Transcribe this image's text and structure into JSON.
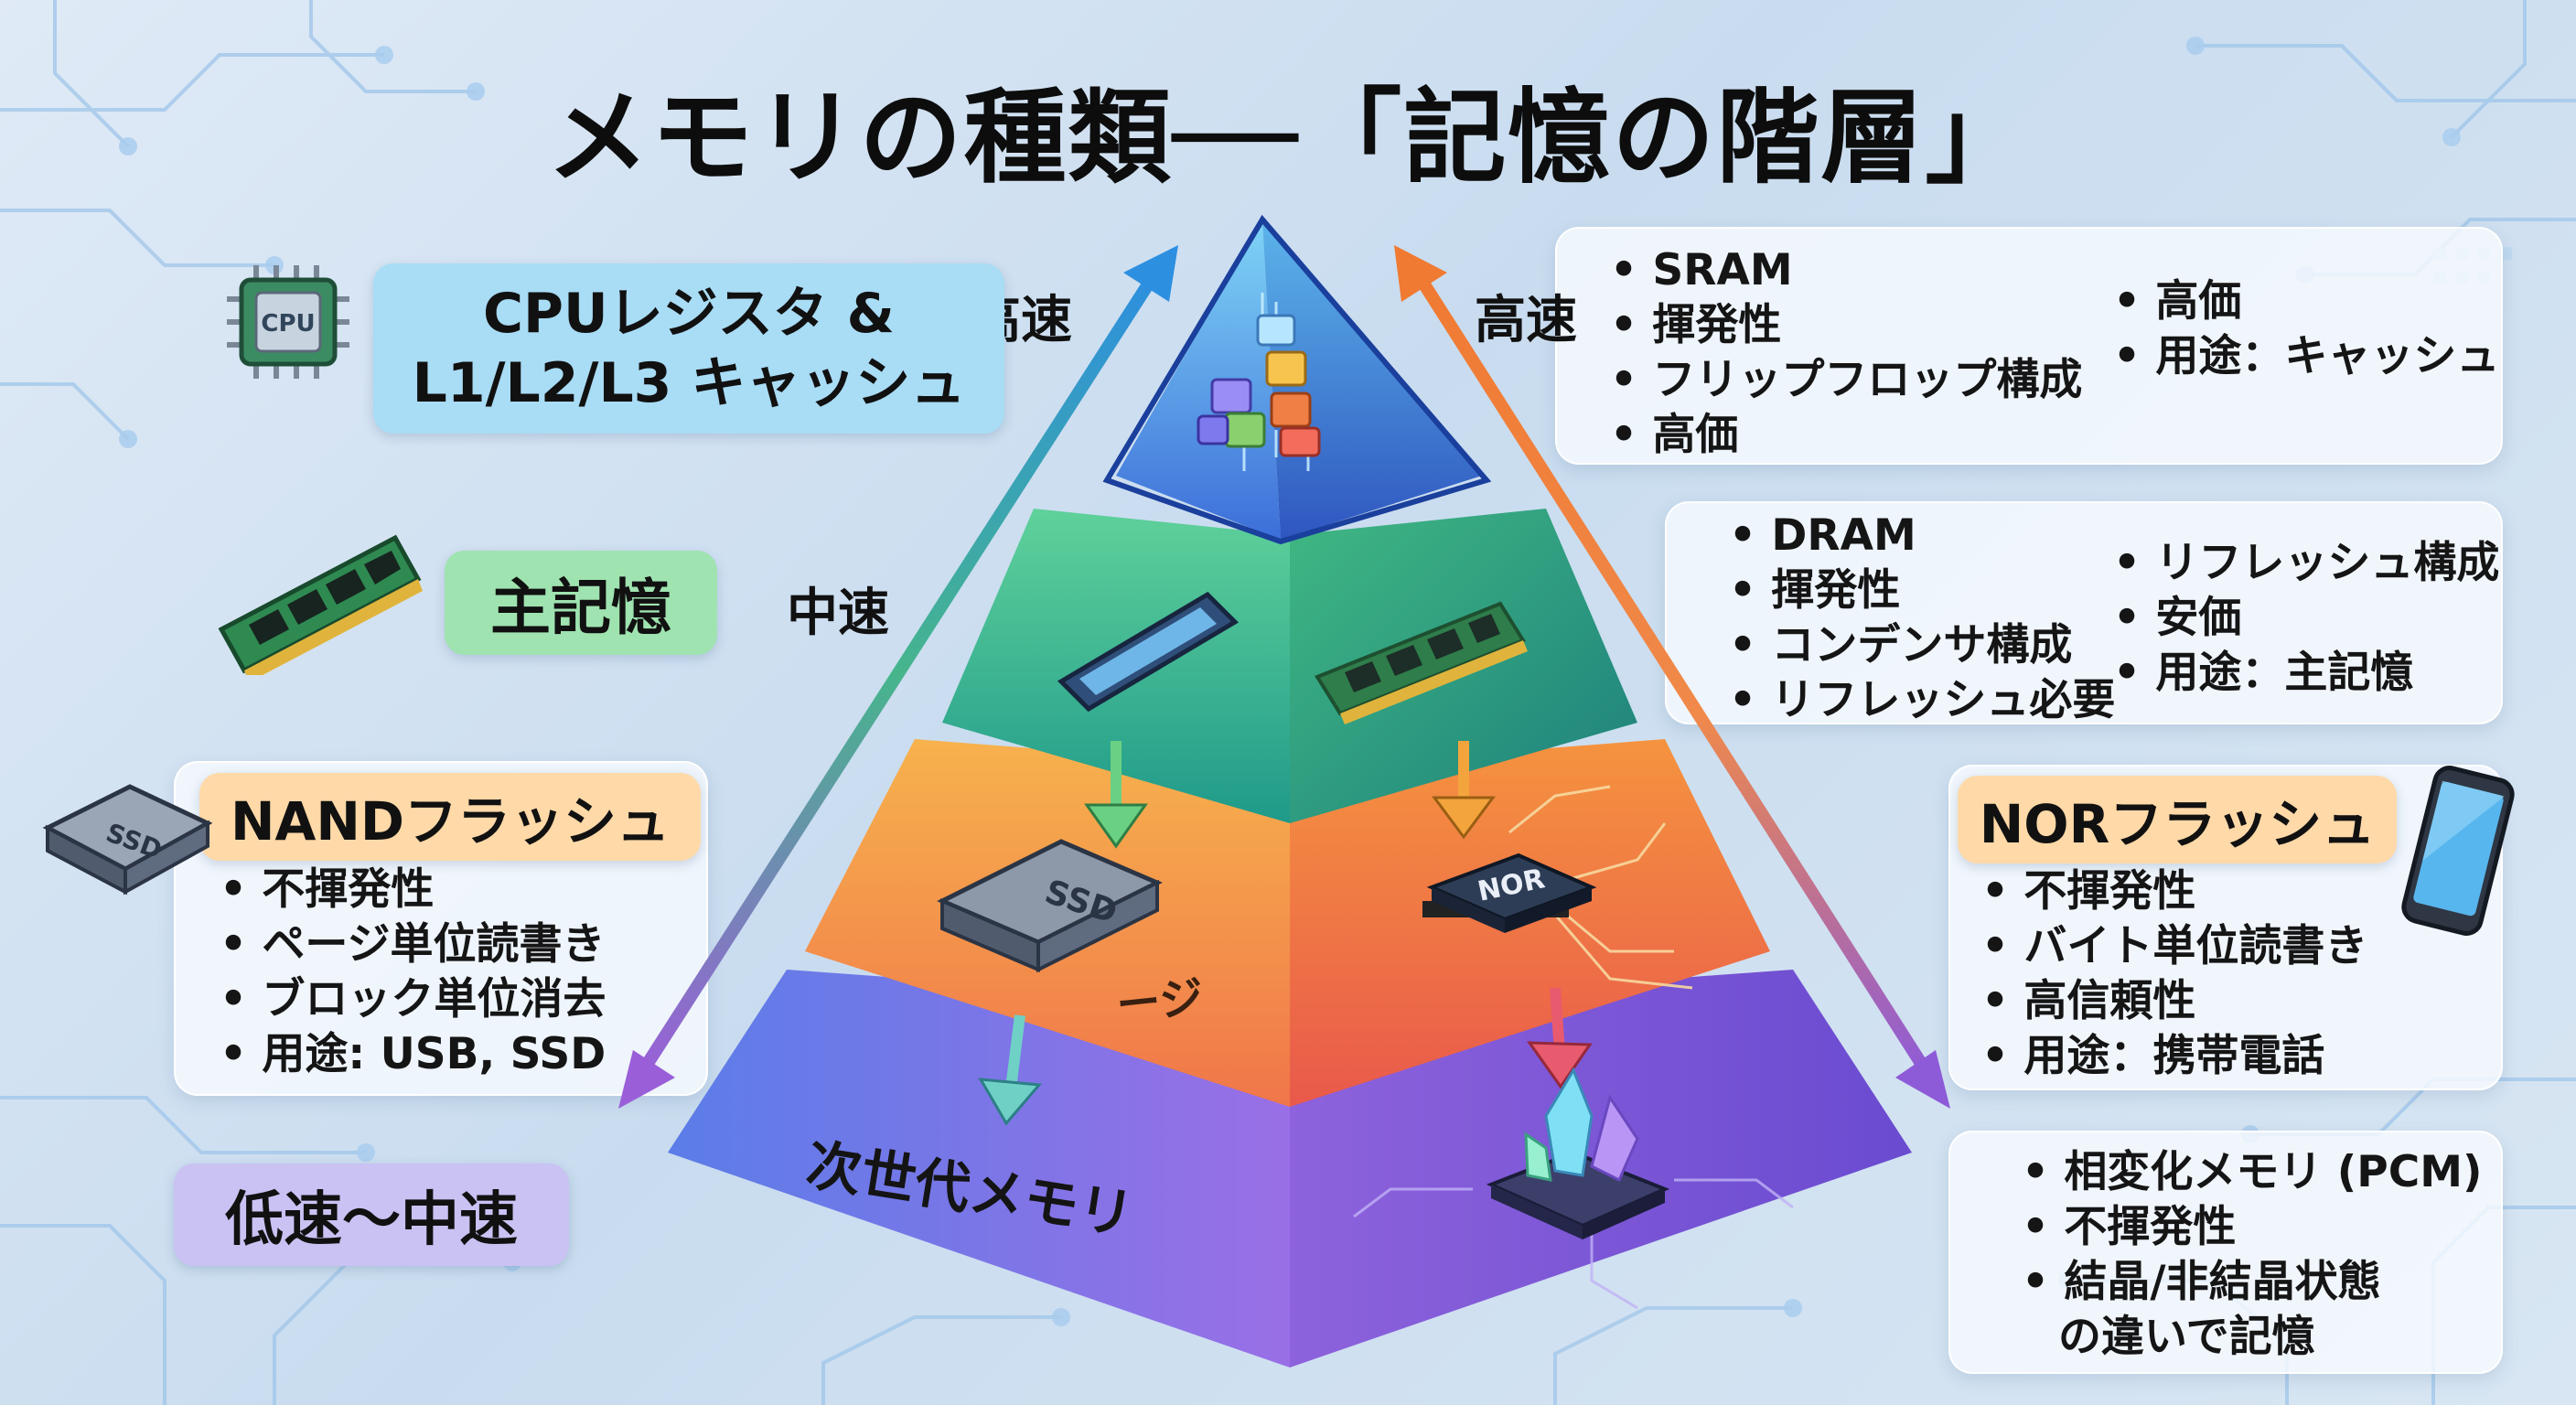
{
  "title": "メモリの種類──「記憶の階層」",
  "labels": {
    "cache": [
      "CPUレジスタ &",
      "L1/L2/L3 キャッシュ"
    ],
    "main_memory": "主記憶",
    "nand": "NANDフラッシュ",
    "nor": "NORフラッシュ",
    "slow": "低速〜中速",
    "next_gen": "次世代メモリ",
    "page_fragment": "ージ"
  },
  "speed": {
    "left_top": "高速",
    "right_top": "高速",
    "middle": "中速"
  },
  "icons": {
    "cpu_chip_text": "CPU",
    "ssd_chip_text": "SSD",
    "nor_chip_text": "NOR"
  },
  "panels": {
    "sram": {
      "col1": [
        "SRAM",
        "揮発性",
        "フリップフロップ構成",
        "高価"
      ],
      "col2": [
        "高価",
        "用途：キャッシュ"
      ]
    },
    "dram": {
      "col1": [
        "DRAM",
        "揮発性",
        "コンデンサ構成",
        "リフレッシュ必要"
      ],
      "col2": [
        "リフレッシュ構成",
        "安価",
        "用途：主記憶"
      ]
    },
    "nand": [
      "不揮発性",
      "ページ単位読書き",
      "ブロック単位消去",
      "用途: USB, SSD"
    ],
    "nor": [
      "不揮発性",
      "バイト単位読書き",
      "高信頼性",
      "用途：携帯電話"
    ],
    "pcm": [
      "相変化メモリ (PCM)",
      "不揮発性",
      "結晶/非結晶状態",
      "の違いで記憶"
    ]
  },
  "colors": {
    "tier_top": "#3e6fd8",
    "tier_main": "#34b577",
    "tier_flash": "#f08b3a",
    "tier_next": "#7c5fe0",
    "pill_cache": "#a9dcf5",
    "pill_main": "#9fe3b0",
    "pill_nand": "#ffd9a8",
    "pill_nor": "#ffd9a8",
    "pill_slow": "#c9c2f3"
  }
}
